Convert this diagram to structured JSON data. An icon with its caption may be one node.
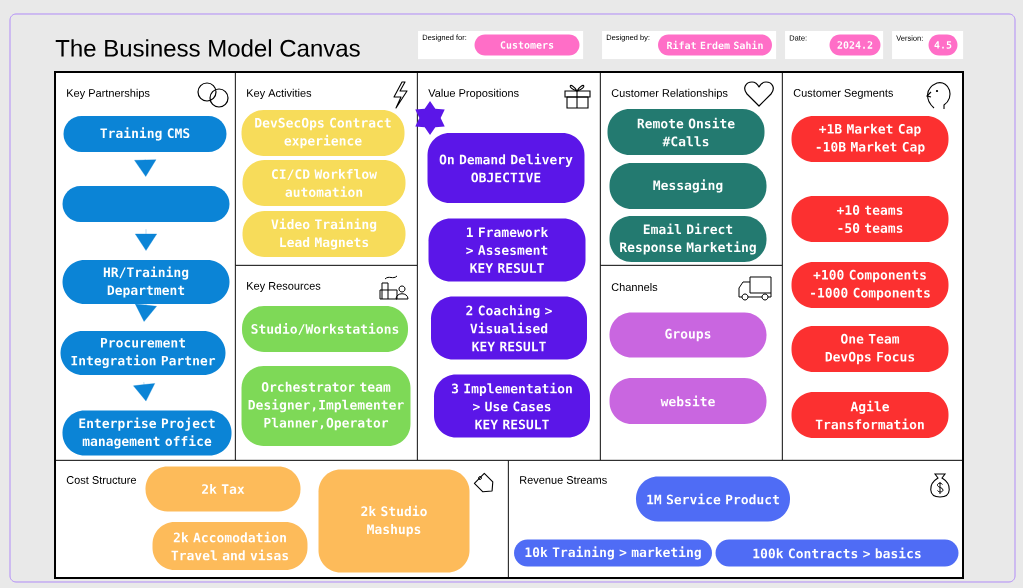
{
  "diagram": {
    "title": "The Business Model Canvas",
    "nodes": [
      {
        "text": [
          "Designed for:"
        ]
      },
      {
        "text": [
          "Customers"
        ],
        "in": 0
      },
      {
        "text": [
          "Designed by:"
        ]
      },
      {
        "text": [
          "Rifat Erdem Sahin"
        ],
        "in": 2
      },
      {
        "text": [
          "Date:"
        ]
      },
      {
        "text": [
          "2024.2"
        ],
        "in": 4
      },
      {
        "text": [
          "Version:"
        ]
      },
      {
        "text": [
          "4.5"
        ],
        "in": 6
      },
      {
        "text": [
          "Key Partnerships"
        ]
      },
      {
        "text": [
          "Training CMS"
        ],
        "in": 8
      },
      {
        "text": [],
        "shape": "box",
        "in": 8
      },
      {
        "text": [
          "HR/Training Department"
        ],
        "in": 8
      },
      {
        "text": [
          "Procurement Integration Partner"
        ],
        "in": 8
      },
      {
        "text": [
          "Enterprise Project management office"
        ],
        "in": 8
      },
      {
        "text": [
          "Key Activities"
        ]
      },
      {
        "text": [
          "DevSecOps Contract experience"
        ],
        "in": 14
      },
      {
        "text": [
          "CI/CD Workflow automation"
        ],
        "in": 14
      },
      {
        "text": [
          "Video Training Lead Magnets"
        ],
        "in": 14
      },
      {
        "text": [
          "Key Resources"
        ]
      },
      {
        "text": [
          "Studio/Workstations"
        ],
        "in": 18
      },
      {
        "text": [
          "Orchestrator team Designer,Implementer Planner,Operator"
        ],
        "in": 18
      },
      {
        "text": [
          "Value Propositions"
        ]
      },
      {
        "text": [
          "On Demand Delivery OBJECTIVE"
        ],
        "in": 21
      },
      {
        "text": [
          "1 Framework > Assesment KEY RESULT"
        ],
        "in": 21
      },
      {
        "text": [
          "2 Coaching > Visualised KEY RESULT"
        ],
        "in": 21
      },
      {
        "text": [
          "3 Implementation > Use Cases KEY RESULT"
        ],
        "in": 21
      },
      {
        "text": [
          "Customer Relationships"
        ]
      },
      {
        "text": [
          "Remote Onsite #Calls"
        ],
        "in": 26
      },
      {
        "text": [
          "Messaging"
        ],
        "in": 26
      },
      {
        "text": [
          "Email Direct Response Marketing"
        ],
        "in": 26
      },
      {
        "text": [
          "Channels"
        ]
      },
      {
        "text": [
          "Groups"
        ],
        "in": 30
      },
      {
        "text": [
          "website"
        ],
        "in": 30
      },
      {
        "text": [
          "Customer Segments"
        ]
      },
      {
        "text": [
          "+1B Market Cap -10B Market Cap"
        ],
        "in": 33
      },
      {
        "text": [
          "+10 teams -50 teams"
        ],
        "in": 33
      },
      {
        "text": [
          "+100 Components -1000 Components"
        ],
        "in": 33
      },
      {
        "text": [
          "One Team DevOps Focus"
        ],
        "in": 33
      },
      {
        "text": [
          "Agile Transformation"
        ],
        "in": 33
      },
      {
        "text": [
          "Cost Structure"
        ]
      },
      {
        "text": [
          "2k Tax"
        ],
        "in": 39
      },
      {
        "text": [
          "2k Accomodation Travel and visas"
        ],
        "in": 39
      },
      {
        "text": [
          "2k Studio Mashups"
        ],
        "in": 39
      },
      {
        "text": [
          "Revenue Streams"
        ]
      },
      {
        "text": [
          "1M Service Product"
        ],
        "in": 43
      },
      {
        "text": [
          "10k Training > marketing"
        ],
        "in": 43
      },
      {
        "text": [
          "100k Contracts > basics"
        ],
        "in": 43
      }
    ],
    "edges": [
      {
        "from": 9,
        "to": 10,
        "arrow": "to"
      },
      {
        "from": 10,
        "to": 11,
        "arrow": "to"
      },
      {
        "from": 11,
        "to": 12,
        "arrow": "to"
      },
      {
        "from": 12,
        "to": 13,
        "arrow": "to"
      }
    ]
  }
}
